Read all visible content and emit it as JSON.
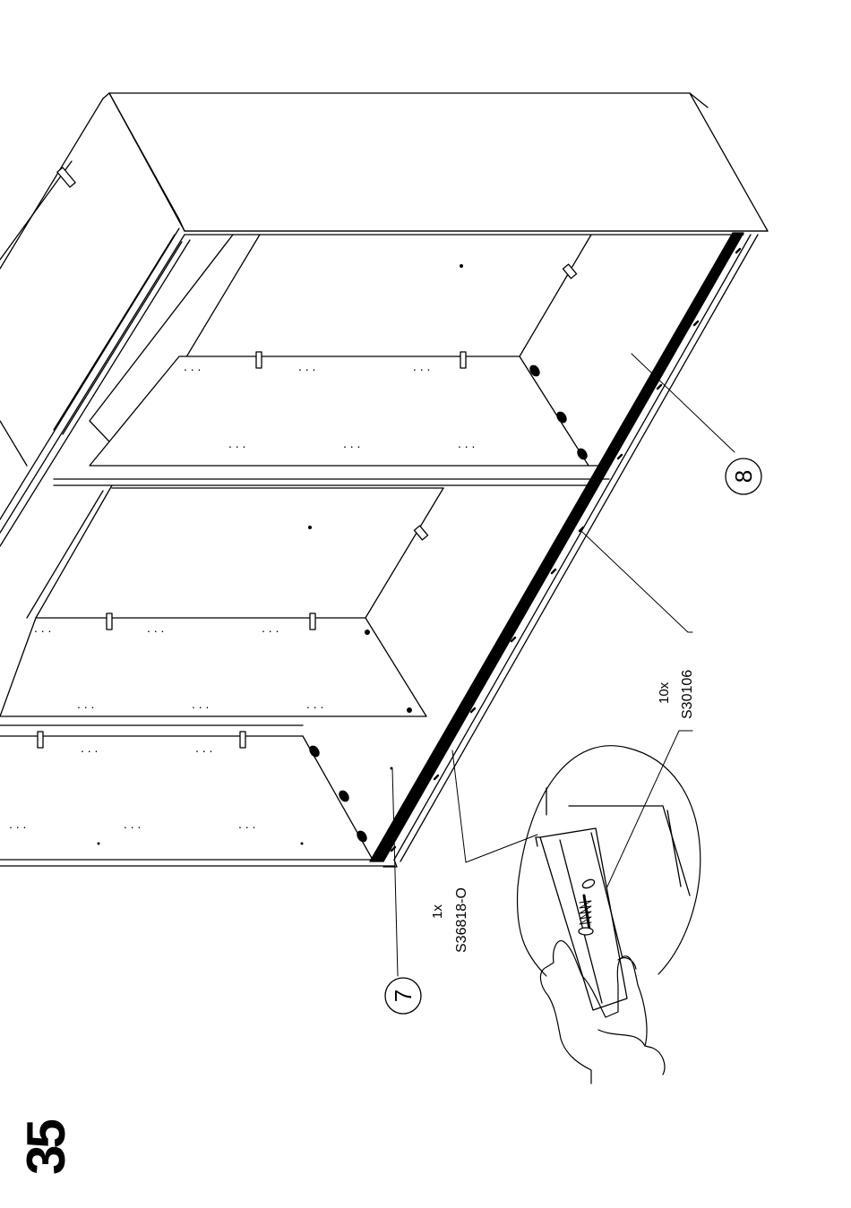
{
  "step": {
    "number": "35"
  },
  "parts": [
    {
      "qty": "10x",
      "code": "S30106"
    },
    {
      "qty": "1x",
      "code": "S36818-O"
    }
  ],
  "callouts": [
    {
      "label": "8"
    },
    {
      "label": "7"
    }
  ],
  "colors": {
    "ink": "#000000",
    "paper": "#ffffff"
  },
  "icons": [
    "hand-icon",
    "screw-icon",
    "dowel-icon",
    "cam-fitting-icon"
  ]
}
